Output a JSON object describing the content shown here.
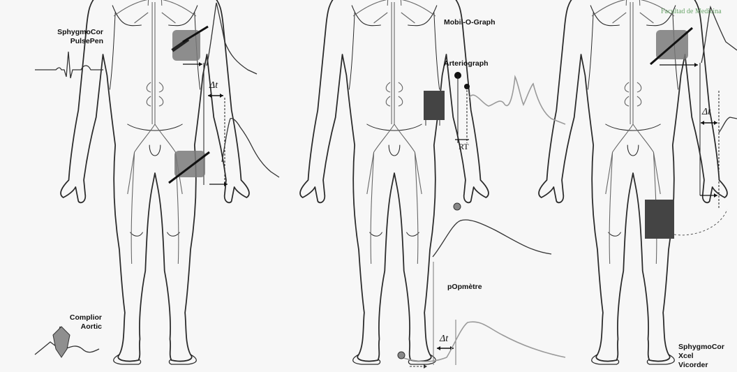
{
  "labels": {
    "sphygmocor_pulsepen": "SphygmoCor\nPulsePen",
    "complior_aortic": "Complior\nAortic",
    "mobil_o_graph": "Mobil-O-Graph",
    "arteriograph": "Arteriograph",
    "rt": "RT",
    "popmetre": "pOpmètre",
    "sphygmocor_xcel_vicorder": "SphygmoCor Xcel\nVicorder",
    "watermark": "Facultad de Medicina",
    "delta_t": "Δt"
  },
  "colors": {
    "cuff": "#444444",
    "body_outline": "#2a2a2a",
    "background": "#f7f7f7"
  },
  "icons": [
    "pen-probe-icon",
    "cuff-icon",
    "finger-sensor-icon",
    "toe-sensor-icon"
  ]
}
